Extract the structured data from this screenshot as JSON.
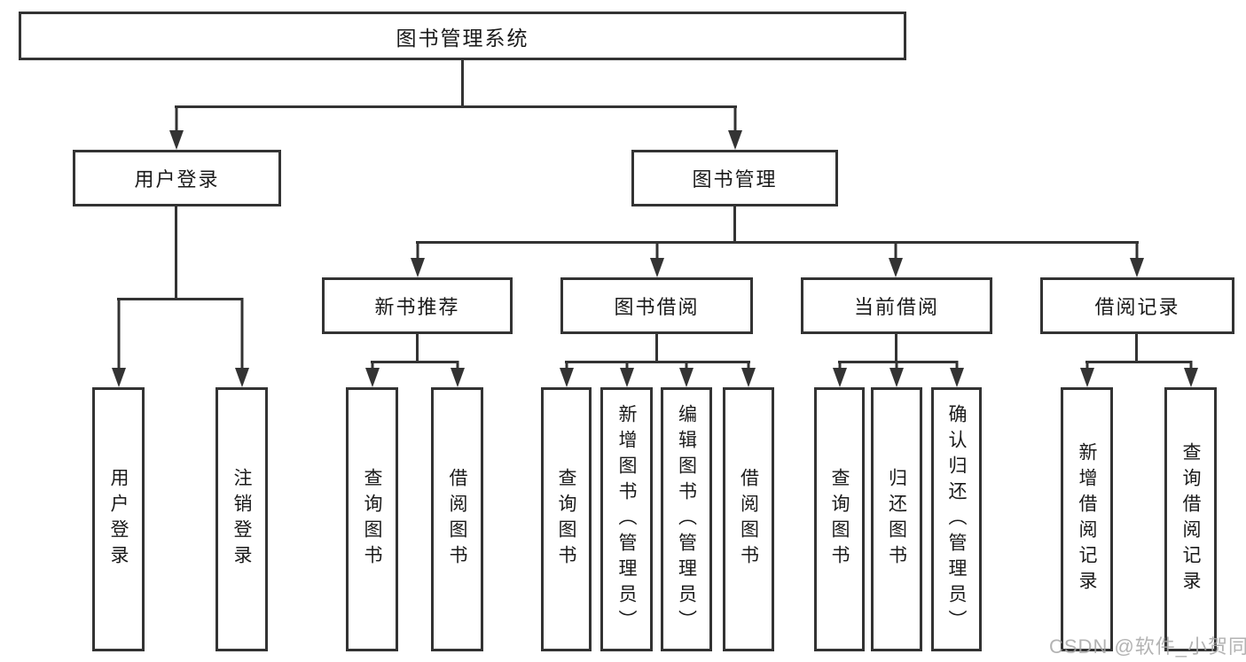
{
  "tree": {
    "label": "图书管理系统",
    "children": [
      {
        "label": "用户登录",
        "children": [
          {
            "label": "用户登录"
          },
          {
            "label": "注销登录"
          }
        ]
      },
      {
        "label": "图书管理",
        "children": [
          {
            "label": "新书推荐",
            "children": [
              {
                "label": "查询图书"
              },
              {
                "label": "借阅图书"
              }
            ]
          },
          {
            "label": "图书借阅",
            "children": [
              {
                "label": "查询图书"
              },
              {
                "label": "新增图书（管理员）"
              },
              {
                "label": "编辑图书（管理员）"
              },
              {
                "label": "借阅图书"
              }
            ]
          },
          {
            "label": "当前借阅",
            "children": [
              {
                "label": "查询图书"
              },
              {
                "label": "归还图书"
              },
              {
                "label": "确认归还（管理员）"
              }
            ]
          },
          {
            "label": "借阅记录",
            "children": [
              {
                "label": "新增借阅记录"
              },
              {
                "label": "查询借阅记录"
              }
            ]
          }
        ]
      }
    ]
  },
  "watermark": {
    "text": "CSDN @软件_小贺同学"
  },
  "colors": {
    "line": "#333333",
    "box_border": "#333333",
    "box_fill": "#ffffff",
    "text": "#1a1a1a",
    "watermark": "#a6a6a6",
    "background": "#ffffff"
  }
}
